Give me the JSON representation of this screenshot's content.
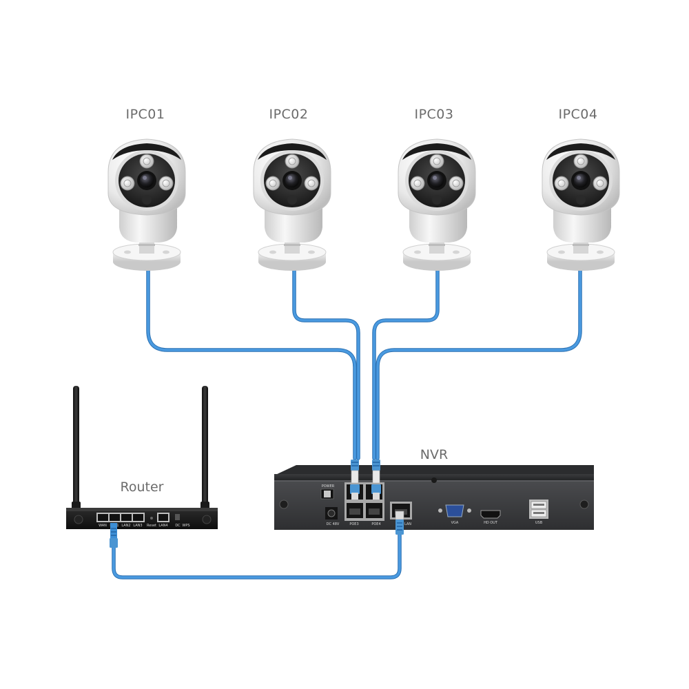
{
  "cameras": [
    {
      "label": "IPC01"
    },
    {
      "label": "IPC02"
    },
    {
      "label": "IPC03"
    },
    {
      "label": "IPC04"
    }
  ],
  "router": {
    "label": "Router",
    "port_labels": [
      "WAN",
      "LAN1",
      "LAN2",
      "LAN3",
      "LAN4",
      "Reset",
      "WPS",
      "DC"
    ]
  },
  "nvr": {
    "label": "NVR",
    "panel_labels": {
      "power": "POWER",
      "dc": "DC 48V",
      "poe3": "POE3",
      "poe4": "POE4",
      "lan": "LAN",
      "vga": "VGA",
      "hdmi": "HD OUT",
      "usb": "USB"
    }
  },
  "colors": {
    "cable": "#3d8fd6",
    "cable_dark": "#2a6fb0",
    "camera_body": "#eeeeee",
    "device_body": "#333436",
    "label_text": "#6b6b6b"
  }
}
